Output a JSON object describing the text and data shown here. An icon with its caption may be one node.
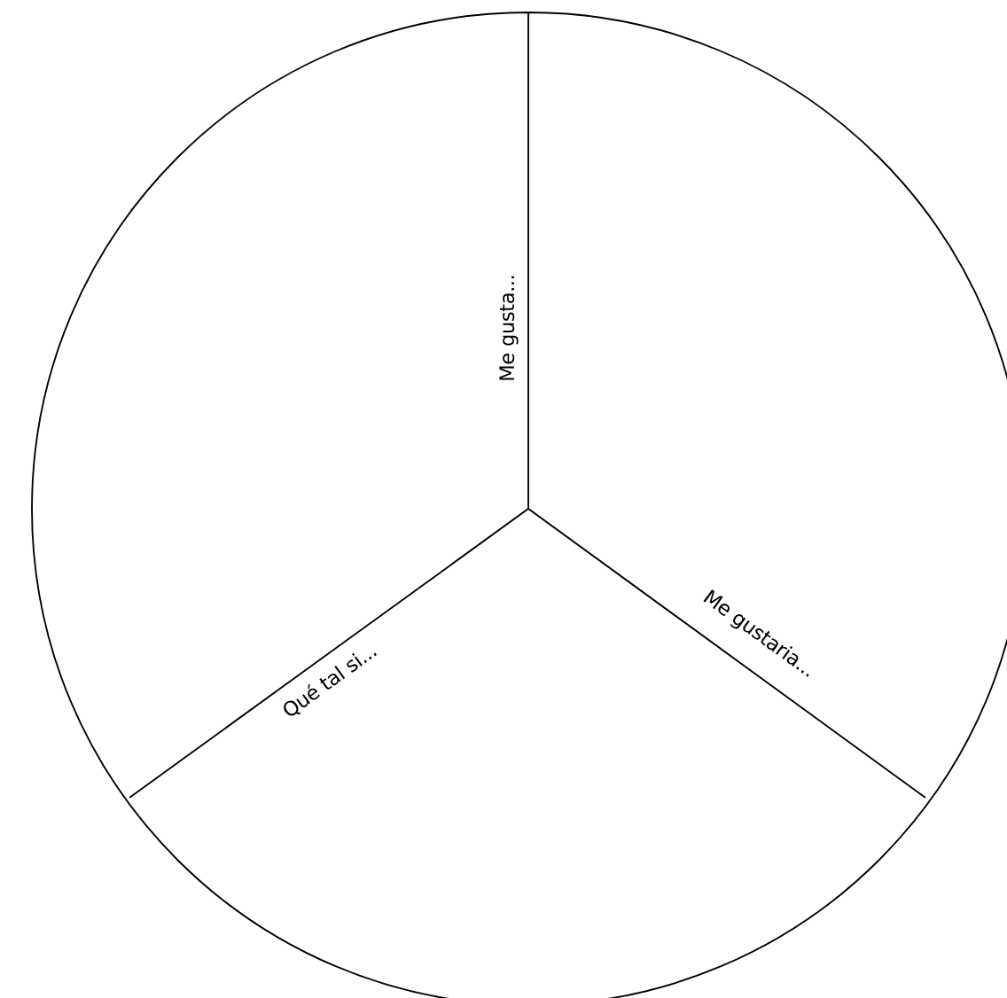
{
  "diagram": {
    "labels": [
      "Me gusta...",
      "Me gustaria...",
      "Qué tal si..."
    ]
  }
}
